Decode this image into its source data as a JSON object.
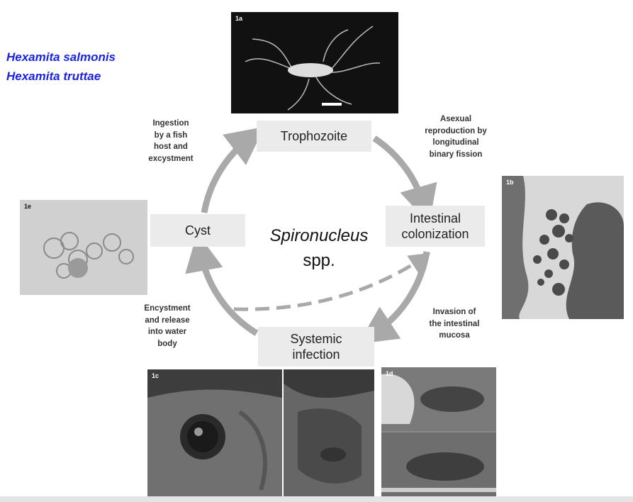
{
  "species": [
    "Hexamita salmonis",
    "Hexamita truttae"
  ],
  "center": {
    "line1": "Spironucleus",
    "line2": "spp."
  },
  "stages": {
    "trophozoite": "Trophozoite",
    "intestinal_line1": "Intestinal",
    "intestinal_line2": "colonization",
    "systemic_line1": "Systemic",
    "systemic_line2": "infection",
    "cyst": "Cyst"
  },
  "notes": {
    "ingestion": [
      "Ingestion",
      "by a fish",
      "host and",
      "excystment"
    ],
    "asexual": [
      "Asexual",
      "reproduction by",
      "longitudinal",
      "binary fission"
    ],
    "invasion": [
      "Invasion of",
      "the intestinal",
      "mucosa"
    ],
    "encystment": [
      "Encystment",
      "and release",
      "into water",
      "body"
    ]
  },
  "panels": {
    "a": "1a",
    "b": "1b",
    "c": "1c",
    "d": "1d",
    "e": "1e"
  },
  "colors": {
    "species_text": "#1b24e6",
    "cycle_arrow": "#a9a9a9",
    "node_bg": "#ebebeb"
  }
}
